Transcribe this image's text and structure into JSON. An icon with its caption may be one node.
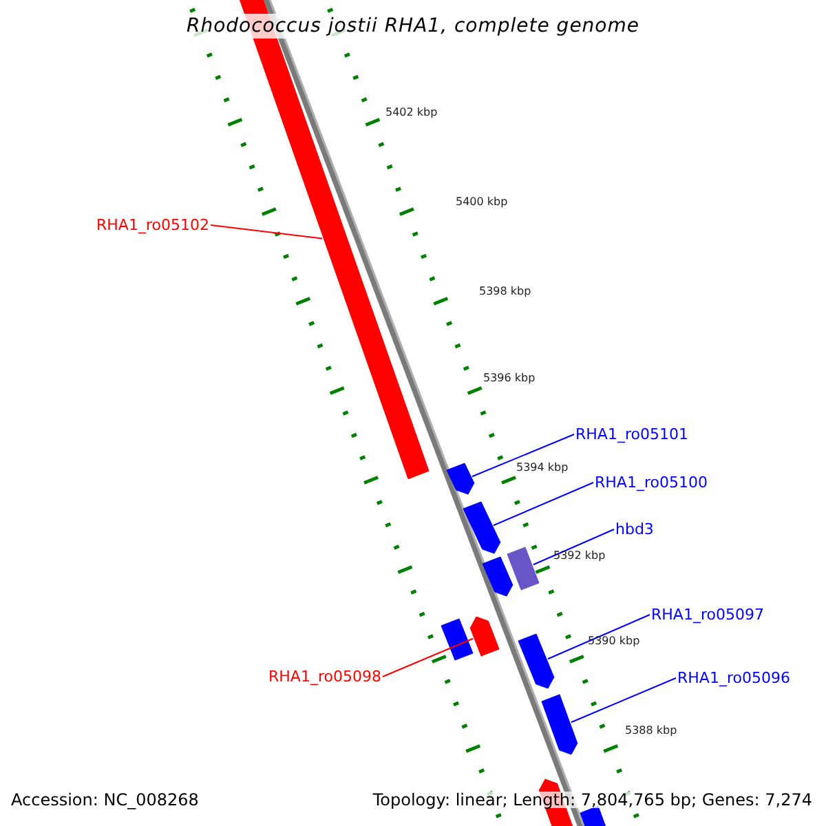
{
  "diagram": {
    "title": "Rhodococcus jostii RHA1, complete genome",
    "nodes": [
      {
        "text": [
          "RHA1_ro05102"
        ]
      },
      {
        "text": [],
        "shape": "bar"
      },
      {
        "text": [
          "RHA1_ro05101"
        ]
      },
      {
        "text": [],
        "shape": "bar"
      },
      {
        "text": [
          "RHA1_ro05100"
        ]
      },
      {
        "text": [],
        "shape": "bar"
      },
      {
        "text": [
          "hbd3"
        ]
      },
      {
        "text": [],
        "shape": "bar"
      },
      {
        "text": [],
        "shape": "bar"
      },
      {
        "text": [
          "RHA1_ro05097"
        ]
      },
      {
        "text": [
          "RHA1_ro05098"
        ]
      },
      {
        "text": [],
        "shape": "bar"
      },
      {
        "text": [],
        "shape": "bar"
      },
      {
        "text": [],
        "shape": "bar"
      },
      {
        "text": [
          "RHA1_ro05096"
        ]
      },
      {
        "text": [],
        "shape": "bar"
      },
      {
        "text": [],
        "shape": "bar"
      },
      {
        "text": [],
        "shape": "bar"
      }
    ],
    "edges": [
      {
        "from": 0,
        "to": 1,
        "arrow": "none",
        "color": "#ff0000"
      },
      {
        "from": 2,
        "to": 3,
        "arrow": "none"
      },
      {
        "from": 4,
        "to": 5,
        "arrow": "none"
      },
      {
        "from": 6,
        "to": 8,
        "arrow": "none"
      },
      {
        "from": 9,
        "to": 13,
        "arrow": "none"
      },
      {
        "from": 10,
        "to": 12,
        "arrow": "none",
        "color": "#ff0000"
      },
      {
        "from": 14,
        "to": 15,
        "arrow": "none"
      }
    ],
    "labels": [
      "5402 kbp",
      "5400 kbp",
      "5398 kbp",
      "5396 kbp",
      "5394 kbp",
      "5392 kbp",
      "5390 kbp",
      "5388 kbp",
      "Accession: NC_008268",
      "Topology: linear; Length: 7,804,765 bp; Genes: 7,274"
    ]
  }
}
